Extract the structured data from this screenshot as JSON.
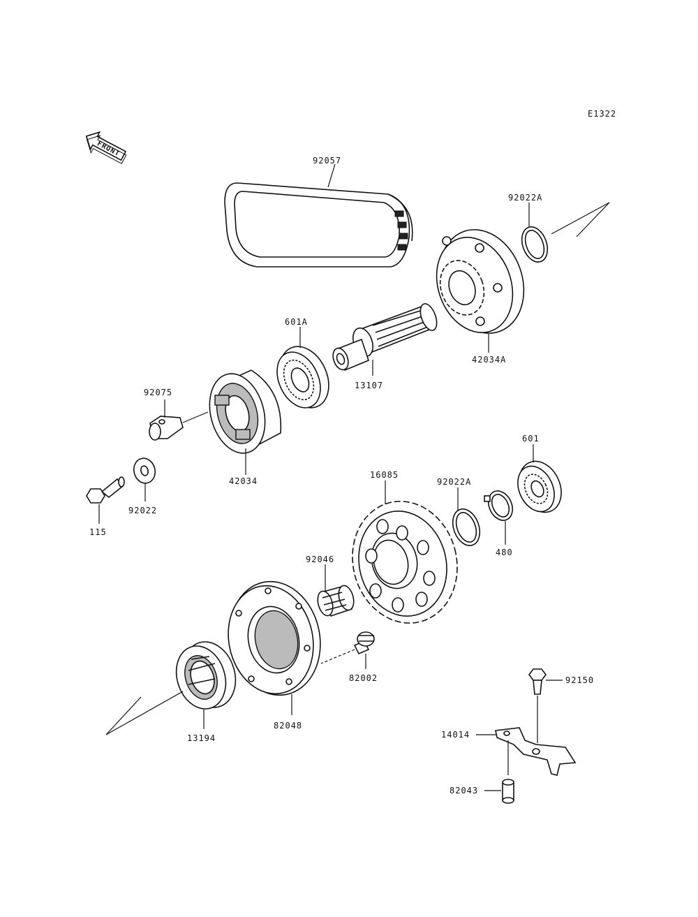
{
  "diagram": {
    "code": "E1322",
    "front_arrow": "FRONT",
    "parts": {
      "p92057": "92057",
      "p92022A_top": "92022A",
      "p42034A": "42034A",
      "p601A": "601A",
      "p13107": "13107",
      "p92075": "92075",
      "p42034": "42034",
      "p115": "115",
      "p92022": "92022",
      "p601": "601",
      "p16085": "16085",
      "p92022A_mid": "92022A",
      "p480": "480",
      "p92046": "92046",
      "p82002": "82002",
      "p13194": "13194",
      "p82048": "82048",
      "p92150": "92150",
      "p14014": "14014",
      "p82043": "82043"
    }
  }
}
